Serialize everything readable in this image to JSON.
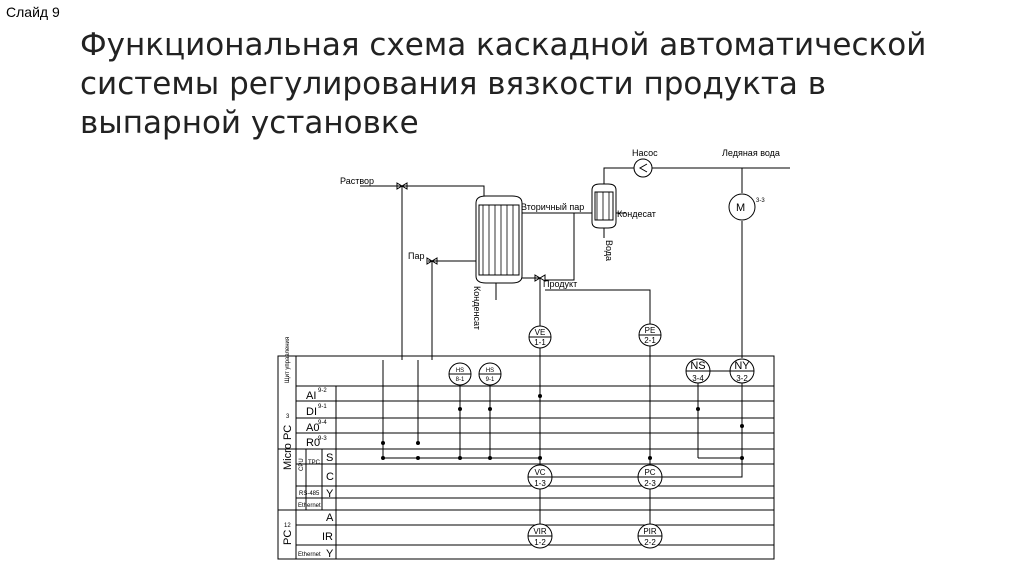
{
  "slide_label": "Слайд 9",
  "title_lines": [
    "Функциональная схема каскадной автоматической",
    "системы регулирования вязкости продукта в",
    "выпарной установке"
  ],
  "process": {
    "rastvor": "Раствор",
    "par": "Пар",
    "vtorichny_par": "Вторичный пар",
    "kondensat_right": "Кондесат",
    "voda": "Вода",
    "kondensat_vertical": "Конденсат",
    "produkt": "Продукт",
    "nasos": "Насос",
    "ledyanaya_voda": "Ледяная вода",
    "motor": "M",
    "motor_index": "3-3"
  },
  "instruments_field": [
    {
      "code": "VE",
      "num": "1-1"
    },
    {
      "code": "PE",
      "num": "2-1"
    }
  ],
  "instruments_board": [
    {
      "code": "HS",
      "num": "8-1"
    },
    {
      "code": "HS",
      "num": "9-1"
    },
    {
      "code": "NS",
      "num": "3-4"
    },
    {
      "code": "NY",
      "num": "3-2"
    }
  ],
  "instruments_cpu": [
    {
      "code": "VC",
      "num": "1-3"
    },
    {
      "code": "PC",
      "num": "2-3"
    }
  ],
  "instruments_pc": [
    {
      "code": "VIR",
      "num": "1-2"
    },
    {
      "code": "PIR",
      "num": "2-2"
    }
  ],
  "table": {
    "row_board": "Щит управления",
    "micro_pc": "Micro PC",
    "micro_pc_sup": "3",
    "pc": "PC",
    "pc_sup": "12",
    "cpu": "CPU",
    "tpc": "TPC",
    "rs485": "RS-485",
    "ethernet1": "Ethernet",
    "ethernet2": "Ethernet",
    "modules": [
      {
        "name": "AI",
        "idx": "9-2"
      },
      {
        "name": "DI",
        "idx": "9-1"
      },
      {
        "name": "A0",
        "idx": "9-4"
      },
      {
        "name": "R0",
        "idx": "9-3"
      }
    ],
    "letters": [
      "S",
      "C",
      "Y",
      "A",
      "IR",
      "Y"
    ]
  }
}
